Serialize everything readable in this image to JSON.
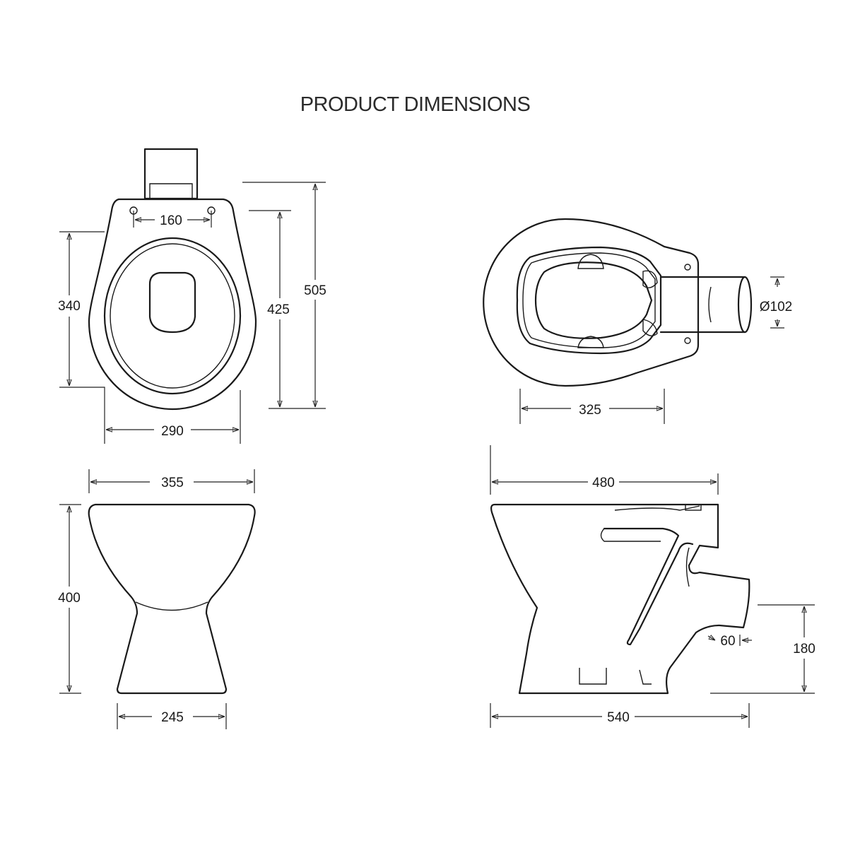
{
  "title": "PRODUCT DIMENSIONS",
  "dimensions": {
    "top_hole_spacing": "160",
    "top_seat_length": "340",
    "top_inner_length": "425",
    "top_overall_length": "505",
    "top_width": "290",
    "plan_bowl_width": "325",
    "outlet_diameter": "Ø102",
    "front_top_width": "355",
    "front_height": "400",
    "front_base_width": "245",
    "side_top_length": "480",
    "side_base_length": "540",
    "outlet_height": "180",
    "outlet_offset": "60"
  }
}
